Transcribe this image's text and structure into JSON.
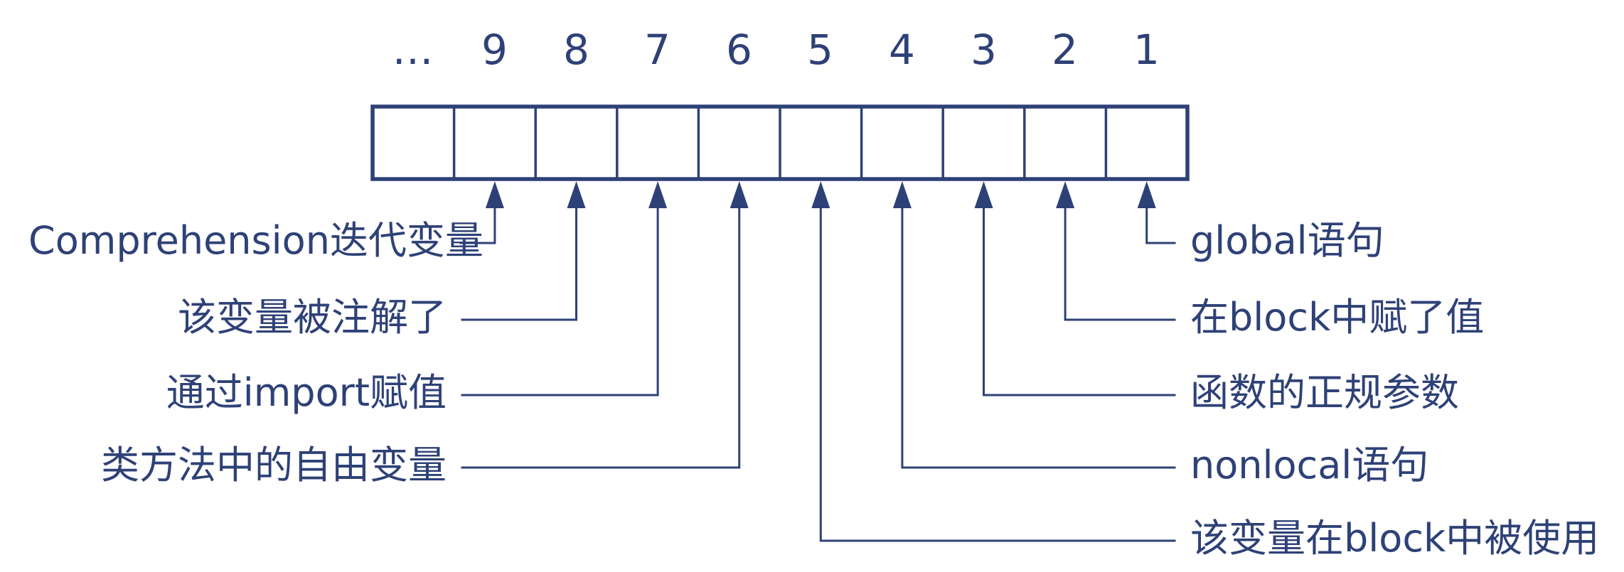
{
  "diagram": {
    "description_colors": {
      "ink": "#2e4177",
      "background": "#ffffff"
    },
    "bit_positions": [
      "…",
      "9",
      "8",
      "7",
      "6",
      "5",
      "4",
      "3",
      "2",
      "1"
    ],
    "annotations": [
      {
        "bit": "9",
        "side": "left",
        "text": "Comprehension迭代变量"
      },
      {
        "bit": "8",
        "side": "left",
        "text": "该变量被注解了"
      },
      {
        "bit": "7",
        "side": "left",
        "text": "通过import赋值"
      },
      {
        "bit": "6",
        "side": "left",
        "text": "类方法中的自由变量"
      },
      {
        "bit": "5",
        "side": "right",
        "text": "该变量在block中被使用"
      },
      {
        "bit": "4",
        "side": "right",
        "text": "nonlocal语句"
      },
      {
        "bit": "3",
        "side": "right",
        "text": "函数的正规参数"
      },
      {
        "bit": "2",
        "side": "right",
        "text": "在block中赋了值"
      },
      {
        "bit": "1",
        "side": "right",
        "text": "global语句"
      }
    ]
  }
}
